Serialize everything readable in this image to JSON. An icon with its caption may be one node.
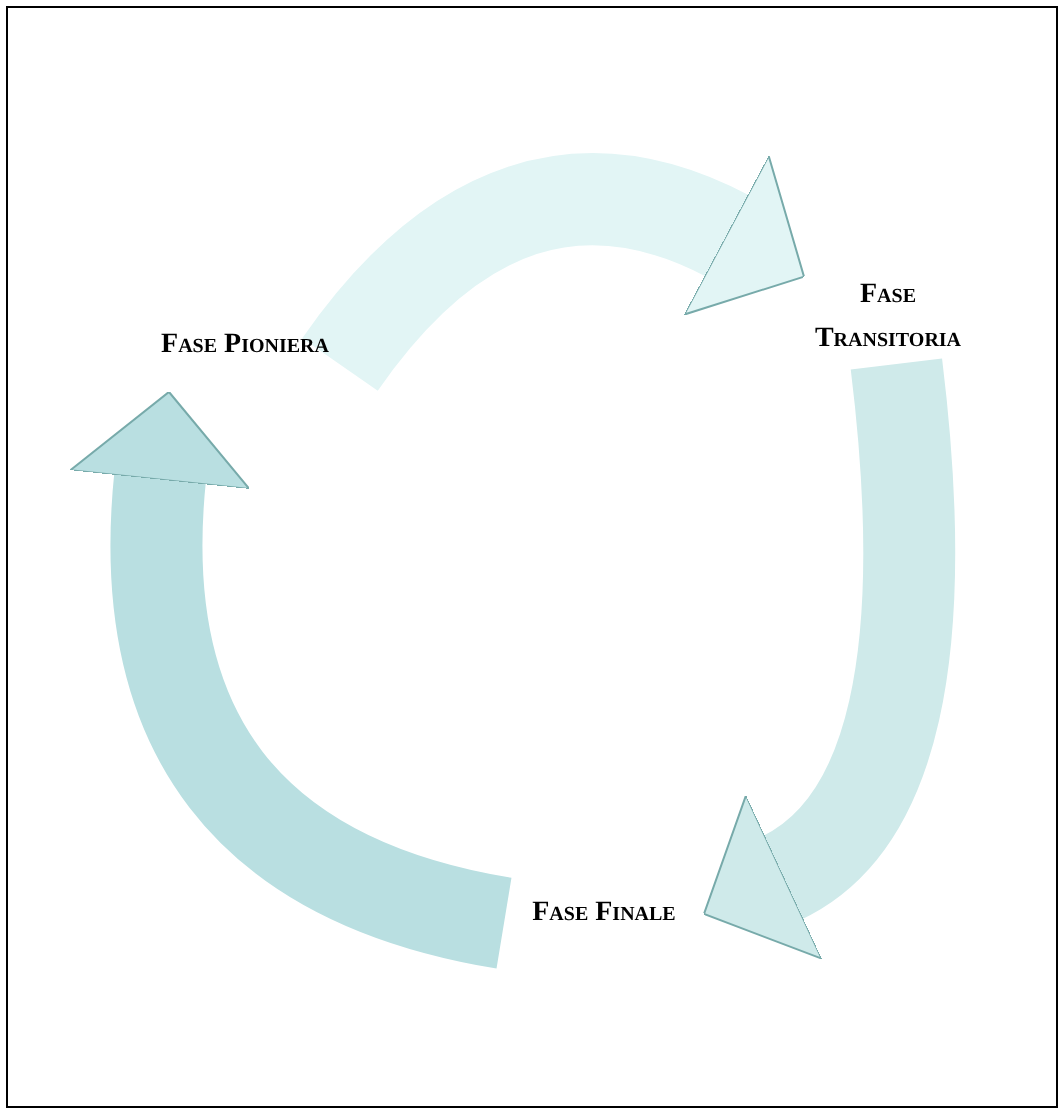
{
  "diagram": {
    "nodes": [
      {
        "text": [
          "Fase Pioniera"
        ]
      },
      {
        "text": [
          "Fase Transitoria"
        ]
      },
      {
        "text": [
          "Fase Finale"
        ]
      }
    ],
    "edges": [
      {
        "from": 0,
        "to": 1,
        "arrow": "to",
        "color": "#e2f5f5"
      },
      {
        "from": 1,
        "to": 2,
        "arrow": "to",
        "color": "#cfeaea"
      },
      {
        "from": 2,
        "to": 0,
        "arrow": "to",
        "color": "#b9dfe1"
      }
    ]
  }
}
